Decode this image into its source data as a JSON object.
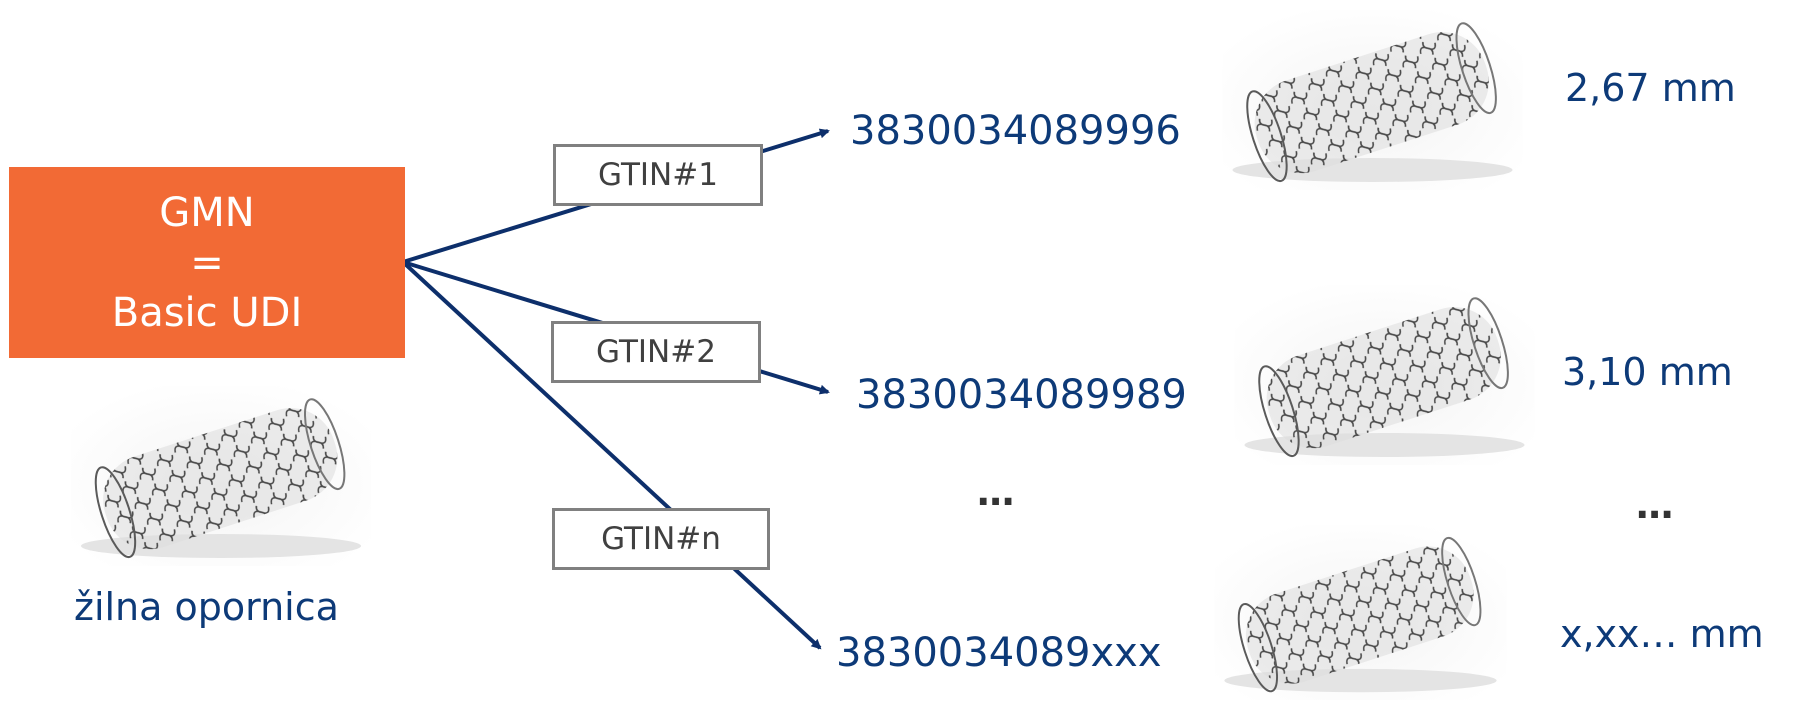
{
  "root": {
    "line1": "GMN",
    "line2": "=",
    "line3": "Basic UDI",
    "caption": "žilna opornica",
    "color": "#f26a35"
  },
  "branches": [
    {
      "gtin_label": "GTIN#1",
      "number": "3830034089996",
      "size": "2,67 mm"
    },
    {
      "gtin_label": "GTIN#2",
      "number": "3830034089989",
      "size": "3,10 mm"
    },
    {
      "gtin_label": "GTIN#n",
      "number": "3830034089xxx",
      "size": "x,xx… mm"
    }
  ],
  "ellipsis_numbers": "...",
  "ellipsis_sizes": "...",
  "colors": {
    "arrow": "#0d2f6b",
    "text": "#0d3a78",
    "box_border": "#808080"
  },
  "icons": {
    "stent": "stent-image"
  }
}
